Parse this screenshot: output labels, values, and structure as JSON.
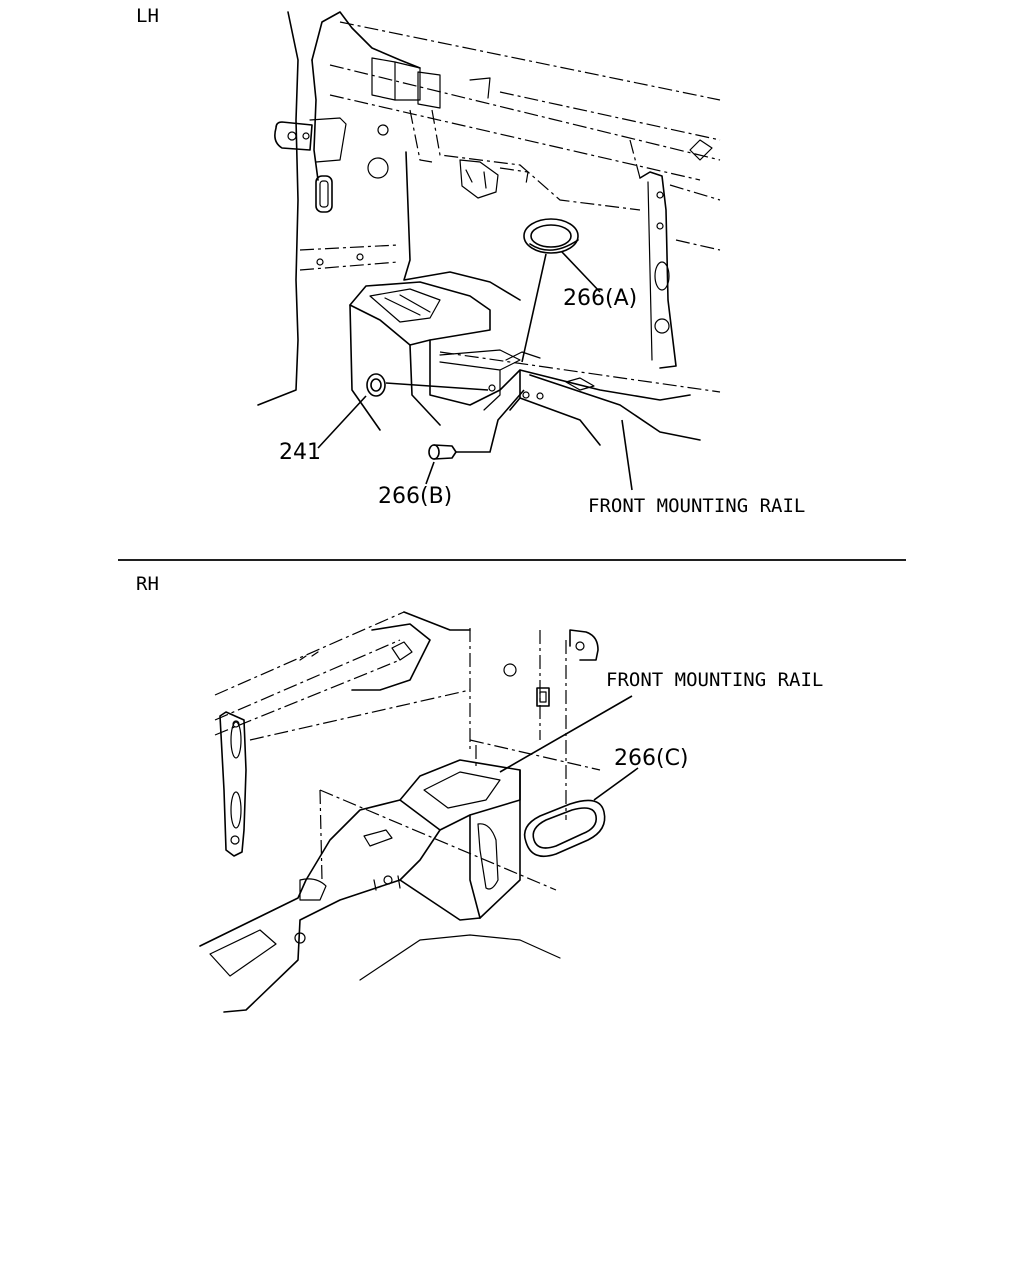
{
  "lh": {
    "heading": "LH",
    "callouts": {
      "part_266a": "266(A)",
      "part_241": "241",
      "part_266b": "266(B)",
      "rail": "FRONT MOUNTING RAIL"
    }
  },
  "rh": {
    "heading": "RH",
    "callouts": {
      "rail": "FRONT MOUNTING RAIL",
      "part_266c": "266(C)"
    }
  }
}
